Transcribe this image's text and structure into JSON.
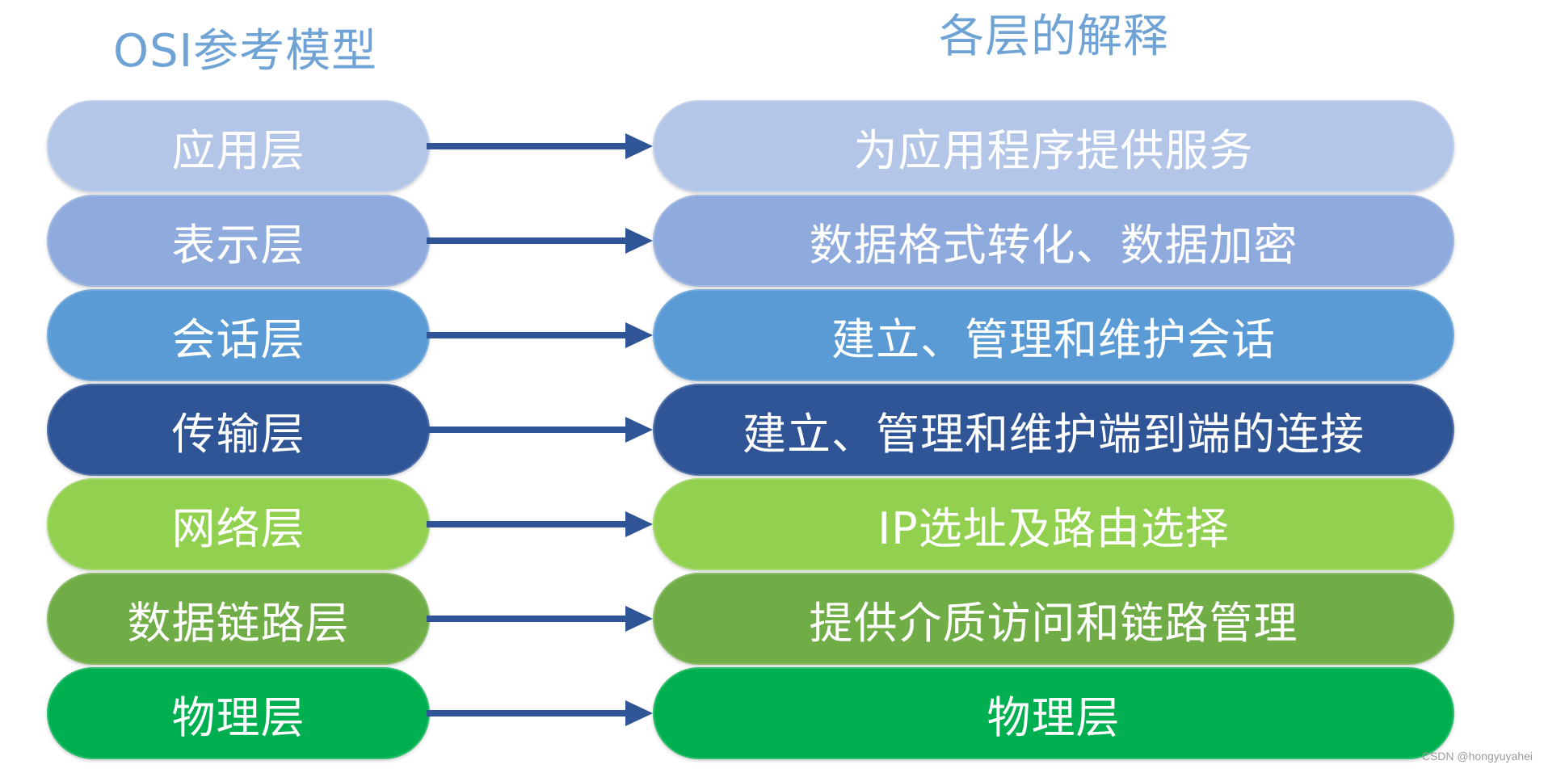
{
  "titles": {
    "left": "OSI参考模型",
    "right": "各层的解释"
  },
  "layers": [
    {
      "name": "应用层",
      "explanation": "为应用程序提供服务",
      "color": "#b4c6e7"
    },
    {
      "name": "表示层",
      "explanation": "数据格式转化、数据加密",
      "color": "#8faadc"
    },
    {
      "name": "会话层",
      "explanation": "建立、管理和维护会话",
      "color": "#5b9bd5"
    },
    {
      "name": "传输层",
      "explanation": "建立、管理和维护端到端的连接",
      "color": "#2f5597"
    },
    {
      "name": "网络层",
      "explanation": "IP选址及路由选择",
      "color": "#92d050"
    },
    {
      "name": "数据链路层",
      "explanation": "提供介质访问和链路管理",
      "color": "#70ad47"
    },
    {
      "name": "物理层",
      "explanation": "物理层",
      "color": "#00b050"
    }
  ],
  "arrow_color": "#2f5597",
  "watermark": "CSDN @hongyuyahei"
}
